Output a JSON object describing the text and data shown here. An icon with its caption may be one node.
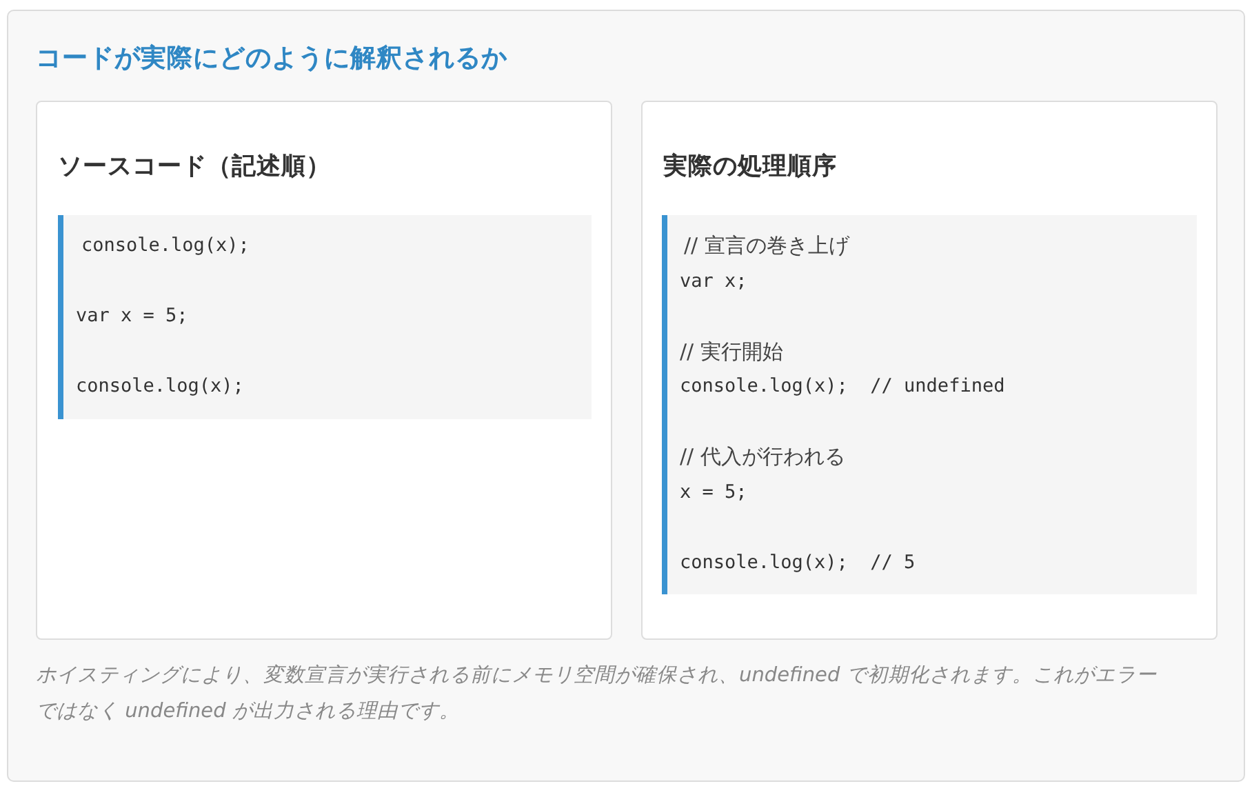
{
  "diagram": {
    "title": "コードが実際にどのように解釈されるか",
    "nodes": [
      {
        "text": [
          "ソースコード（記述順）"
        ]
      },
      {
        "text": [
          "console.log(x);",
          "var x = 5;",
          "console.log(x);"
        ],
        "in": 0
      },
      {
        "text": [
          "実際の処理順序"
        ]
      },
      {
        "text": [
          "// 宣言の巻き上げ",
          "var x;",
          "// 実行開始",
          "console.log(x);  // undefined",
          "// 代入が行われる",
          "x = 5;",
          "console.log(x);  // 5"
        ],
        "in": 2
      }
    ],
    "caption": "ホイスティングにより、変数宣言が実行される前にメモリ空間が確保され、undefined で初期化されます。これがエラーではなく undefined が出力される理由です。"
  }
}
